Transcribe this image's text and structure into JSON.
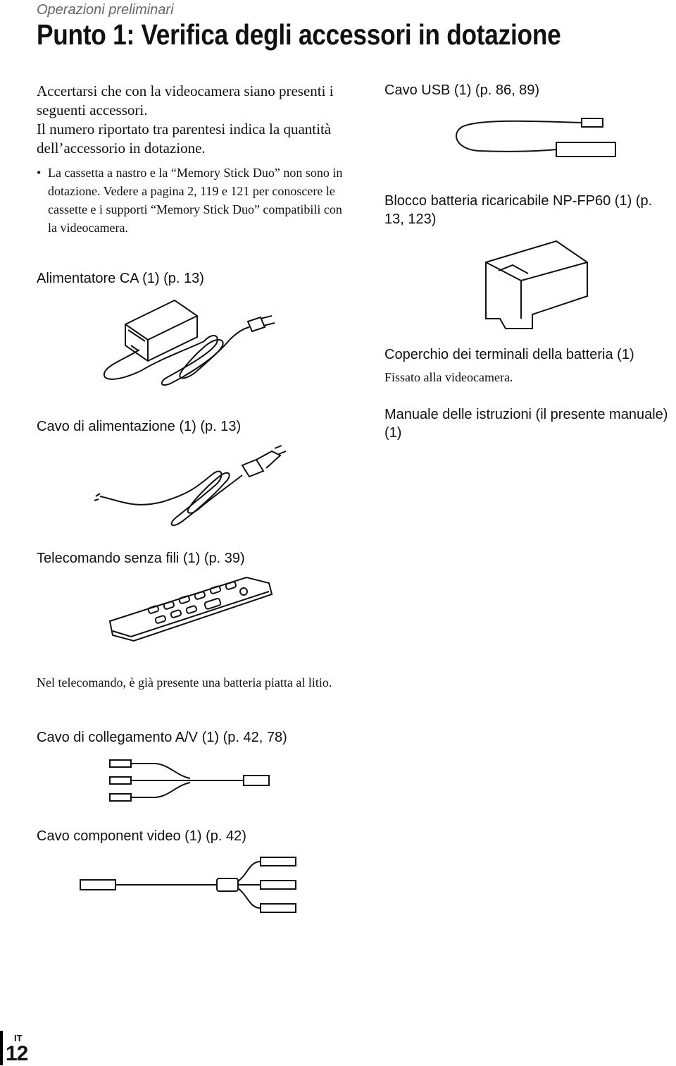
{
  "header": {
    "section": "Operazioni preliminari",
    "title": "Punto 1: Verifica degli accessori in dotazione"
  },
  "intro": {
    "p1": "Accertarsi che con la videocamera siano presenti i seguenti accessori.",
    "p2": "Il numero riportato tra parentesi indica la quantità dell’accessorio in dotazione.",
    "bullet_mark": "•",
    "bullet": "La cassetta a nastro e la “Memory Stick Duo” non sono in dotazione. Vedere a pagina 2, 119 e 121 per conoscere le cassette e i supporti “Memory Stick Duo” compatibili con la videocamera."
  },
  "items": {
    "ac_adaptor": "Alimentatore CA (1) (p. 13)",
    "power_cord": "Cavo di alimentazione (1) (p. 13)",
    "remote": "Telecomando senza fili (1) (p. 39)",
    "remote_note": "Nel telecomando, è già presente una batteria piatta al litio.",
    "av_cable": "Cavo di collegamento A/V (1) (p. 42, 78)",
    "component_cable": "Cavo component video (1) (p. 42)",
    "usb_cable": "Cavo USB (1) (p. 86, 89)",
    "battery": "Blocco batteria ricaricabile NP-FP60 (1) (p. 13, 123)",
    "terminal_cover": "Coperchio dei terminali della batteria (1)",
    "terminal_cover_note": "Fissato alla videocamera.",
    "manual": "Manuale delle istruzioni (il presente manuale) (1)"
  },
  "footer": {
    "lang": "IT",
    "page": "12"
  }
}
